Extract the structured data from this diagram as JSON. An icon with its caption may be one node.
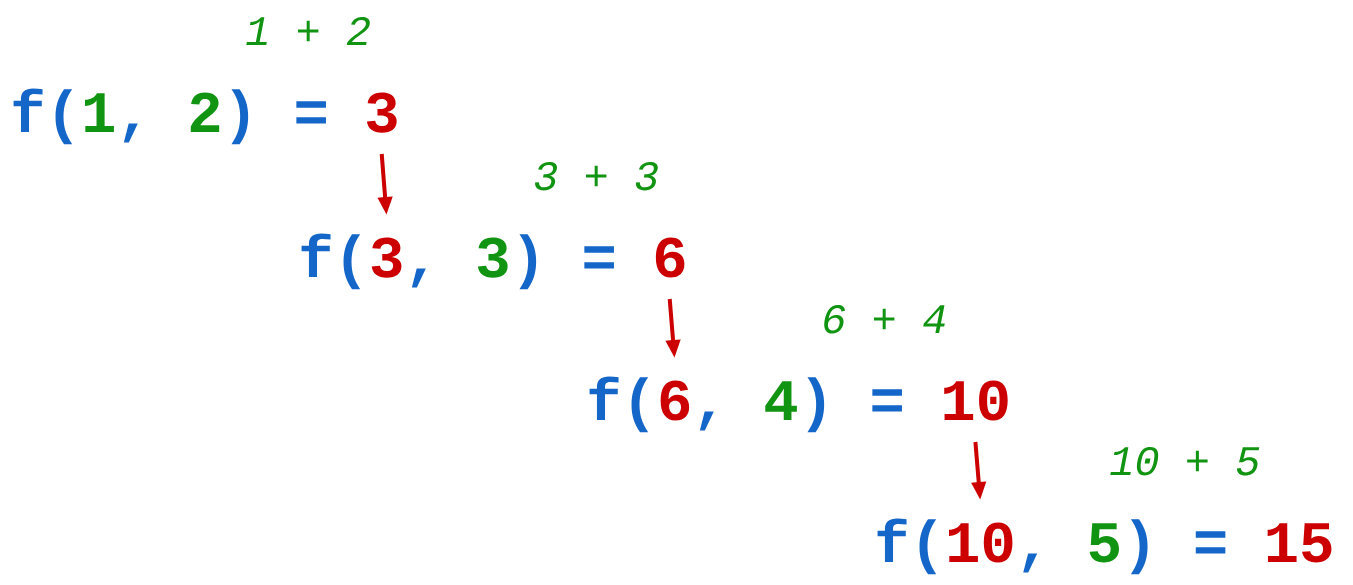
{
  "diagram": {
    "nodes": [
      {
        "text": [
          "f(",
          "1",
          ",",
          "2",
          ")",
          "=",
          "3"
        ],
        "beside": [
          "1 + 2"
        ]
      },
      {
        "text": [
          "f(",
          "3",
          ",",
          "3",
          ")",
          "=",
          "6"
        ],
        "beside": [
          "3 + 3"
        ]
      },
      {
        "text": [
          "f(",
          "6",
          ",",
          "4",
          ")",
          "=",
          "10"
        ],
        "beside": [
          "6 + 4"
        ]
      },
      {
        "text": [
          "f(",
          "10",
          ",",
          "5",
          ")",
          "=",
          "15"
        ],
        "beside": [
          "10 + 5"
        ]
      }
    ],
    "edges": [
      {
        "from": 0,
        "to": 1,
        "arrow": "to"
      },
      {
        "from": 1,
        "to": 2,
        "arrow": "to"
      },
      {
        "from": 2,
        "to": 3,
        "arrow": "to"
      }
    ]
  }
}
